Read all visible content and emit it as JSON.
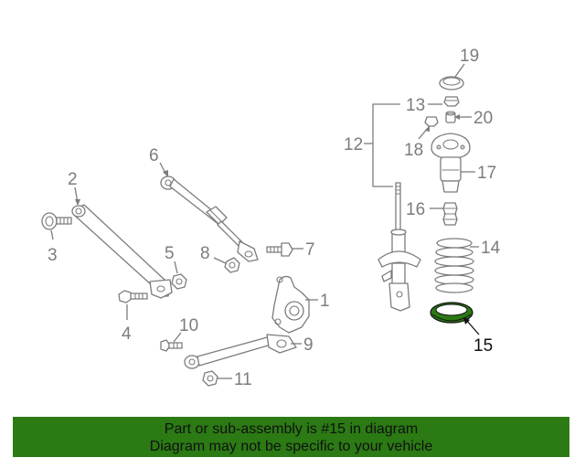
{
  "callouts": [
    {
      "id": "1",
      "label": "1"
    },
    {
      "id": "2",
      "label": "2"
    },
    {
      "id": "3",
      "label": "3"
    },
    {
      "id": "4",
      "label": "4"
    },
    {
      "id": "5",
      "label": "5"
    },
    {
      "id": "6",
      "label": "6"
    },
    {
      "id": "7",
      "label": "7"
    },
    {
      "id": "8",
      "label": "8"
    },
    {
      "id": "9",
      "label": "9"
    },
    {
      "id": "10",
      "label": "10"
    },
    {
      "id": "11",
      "label": "11"
    },
    {
      "id": "12",
      "label": "12"
    },
    {
      "id": "13",
      "label": "13"
    },
    {
      "id": "14",
      "label": "14"
    },
    {
      "id": "15",
      "label": "15"
    },
    {
      "id": "16",
      "label": "16"
    },
    {
      "id": "17",
      "label": "17"
    },
    {
      "id": "18",
      "label": "18"
    },
    {
      "id": "19",
      "label": "19"
    },
    {
      "id": "20",
      "label": "20"
    }
  ],
  "highlighted_part": "15",
  "colors": {
    "highlight_part": "#2b7a14",
    "banner_background": "#2b7a14",
    "line_art": "#7c7c7c",
    "highlight_label": "#111111"
  },
  "banner": {
    "line1": "Part or sub-assembly is #15 in diagram",
    "line2": "Diagram may not be specific to your vehicle"
  }
}
